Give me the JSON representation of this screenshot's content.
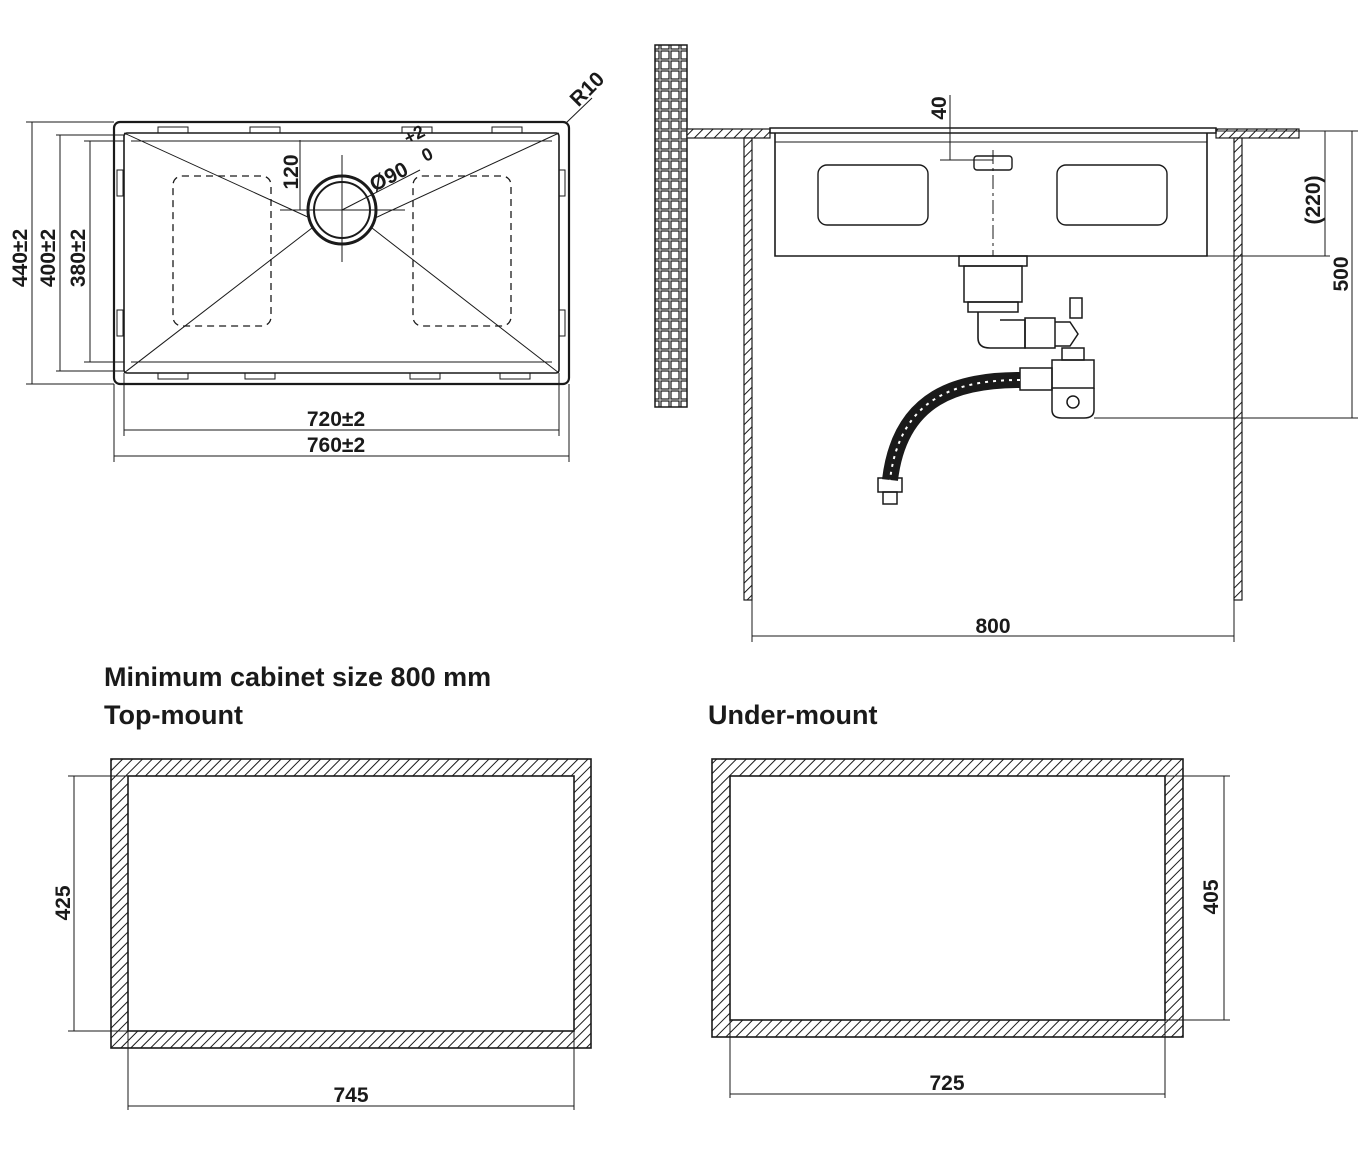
{
  "top_view": {
    "radius_label": "R10",
    "offset_label": "120",
    "drain_label": "Ø90",
    "tol_plus": "+2",
    "tol_zero": "0",
    "inner_width": "720±2",
    "outer_width": "760±2",
    "outer_height": "440±2",
    "mid_height": "400±2",
    "inner_height": "380±2"
  },
  "side_view": {
    "drain_depth": "40",
    "bowl_depth": "(220)",
    "total_depth": "500",
    "cabinet_width": "800"
  },
  "headings": {
    "min_cabinet": "Minimum cabinet size 800 mm",
    "top_mount": "Top-mount",
    "under_mount": "Under-mount"
  },
  "cutouts": {
    "top_mount": {
      "height": "425",
      "width": "745"
    },
    "under_mount": {
      "height": "405",
      "width": "725"
    }
  }
}
